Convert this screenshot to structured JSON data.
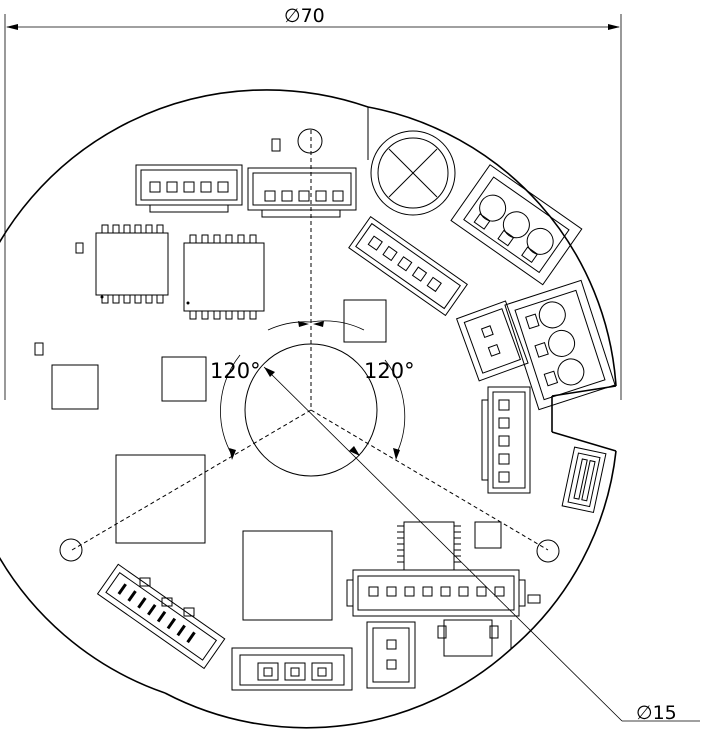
{
  "dimensions": {
    "board_diameter": "70",
    "center_hole_diameter": "15",
    "diameter_symbol": "∅"
  },
  "angles": {
    "left": "120°",
    "right": "120°"
  }
}
